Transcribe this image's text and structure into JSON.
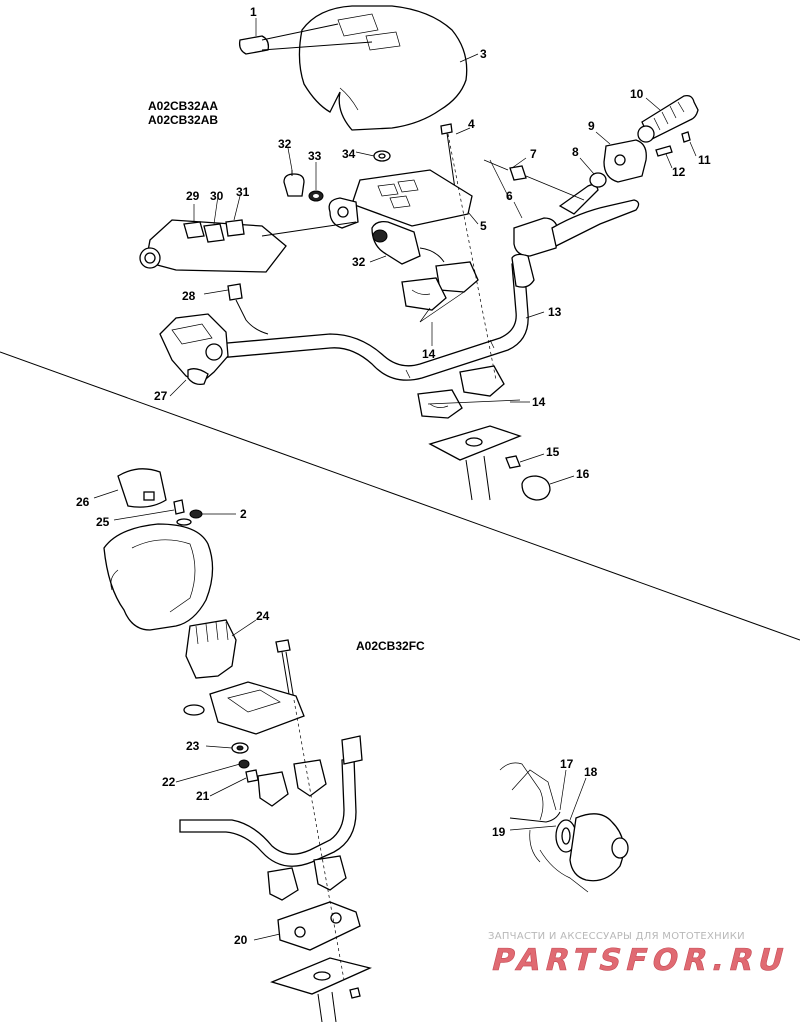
{
  "codes": {
    "top1": "A02CB32AA",
    "top2": "A02CB32AB",
    "bottom": "A02CB32FC"
  },
  "callouts": [
    {
      "id": "c1",
      "label": "1"
    },
    {
      "id": "c2",
      "label": "2"
    },
    {
      "id": "c3",
      "label": "3"
    },
    {
      "id": "c4",
      "label": "4"
    },
    {
      "id": "c5",
      "label": "5"
    },
    {
      "id": "c6",
      "label": "6"
    },
    {
      "id": "c7",
      "label": "7"
    },
    {
      "id": "c8",
      "label": "8"
    },
    {
      "id": "c9",
      "label": "9"
    },
    {
      "id": "c10",
      "label": "10"
    },
    {
      "id": "c11",
      "label": "11"
    },
    {
      "id": "c12",
      "label": "12"
    },
    {
      "id": "c13",
      "label": "13"
    },
    {
      "id": "c14a",
      "label": "14"
    },
    {
      "id": "c14b",
      "label": "14"
    },
    {
      "id": "c15",
      "label": "15"
    },
    {
      "id": "c16",
      "label": "16"
    },
    {
      "id": "c17",
      "label": "17"
    },
    {
      "id": "c18",
      "label": "18"
    },
    {
      "id": "c19",
      "label": "19"
    },
    {
      "id": "c20",
      "label": "20"
    },
    {
      "id": "c21",
      "label": "21"
    },
    {
      "id": "c22",
      "label": "22"
    },
    {
      "id": "c23",
      "label": "23"
    },
    {
      "id": "c24",
      "label": "24"
    },
    {
      "id": "c25",
      "label": "25"
    },
    {
      "id": "c26",
      "label": "26"
    },
    {
      "id": "c27",
      "label": "27"
    },
    {
      "id": "c28",
      "label": "28"
    },
    {
      "id": "c29",
      "label": "29"
    },
    {
      "id": "c30",
      "label": "30"
    },
    {
      "id": "c31",
      "label": "31"
    },
    {
      "id": "c32a",
      "label": "32"
    },
    {
      "id": "c32b",
      "label": "32"
    },
    {
      "id": "c33",
      "label": "33"
    },
    {
      "id": "c34",
      "label": "34"
    }
  ],
  "watermark": {
    "tagline": "ЗАПЧАСТИ И АКСЕССУАРЫ ДЛЯ МОТОТЕХНИКИ",
    "logo_text": "PARTSFOR.RU",
    "color": "#e06a72"
  }
}
